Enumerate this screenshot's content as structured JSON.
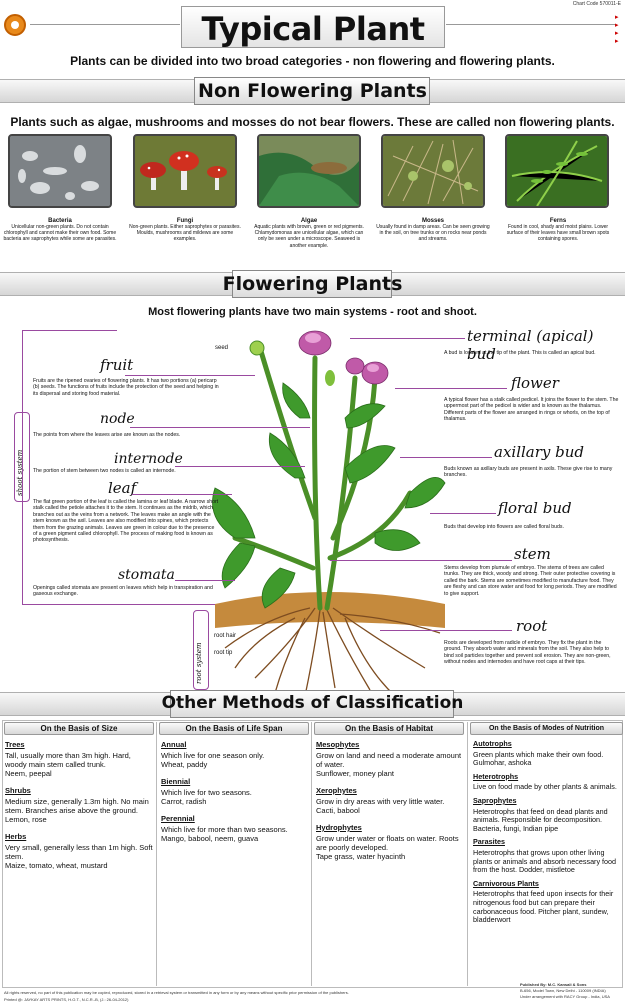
{
  "chart_code": "Chart Code 570011-E",
  "title": "Typical Plant",
  "intro": "Plants can be divided into two broad categories - non flowering and flowering plants.",
  "non_flowering": {
    "heading": "Non Flowering Plants",
    "intro": "Plants such as algae, mushrooms and mosses do not bear flowers. These are called non flowering plants.",
    "items": [
      {
        "name": "Bacteria",
        "desc": "Unicellular non-green plants. Do not contain chlorophyll and cannot make their own food. Some bacteria are saprophytes while some are parasites."
      },
      {
        "name": "Fungi",
        "desc": "Non-green plants. Either saprophytes or parasites. Moulds, mushrooms and mildews are some examples."
      },
      {
        "name": "Algae",
        "desc": "Aquatic plants with brown, green or red pigments. Chlamydomonas are unicellular algae, which can only be seen under a microscope. Seaweed is another example."
      },
      {
        "name": "Mosses",
        "desc": "Usually found in damp areas. Can be seen growing in the soil, on tree trunks or on rocks near ponds and streams."
      },
      {
        "name": "Ferns",
        "desc": "Found in cool, shady and moist plains. Lower surface of their leaves have small brown spots containing spores."
      }
    ]
  },
  "flowering": {
    "heading": "Flowering Plants",
    "intro": "Most flowering plants have two main systems - root and shoot.",
    "seed": "seed",
    "shoot_system": "shoot system",
    "root_system": "root system",
    "root_hair": "root hair",
    "root_tip": "root tip",
    "left_parts": [
      {
        "name": "fruit",
        "desc": "Fruits are the ripened ovaries of flowering plants. It has two portions (a) pericarp (b) seeds. The functions of fruits include the protection of the seed and helping in its dispersal and storing food material."
      },
      {
        "name": "node",
        "desc": "The points from where the leaves arise are known as the nodes."
      },
      {
        "name": "internode",
        "desc": "The portion of stem between two nodes is called an internode."
      },
      {
        "name": "leaf",
        "desc": "The flat green portion of the leaf is called the lamina or leaf blade. A narrow short stalk called the petiole attaches it to the stem. It continues as the midrib, which branches out as the veins from a network. The leaves make an angle with the stem known as the axil. Leaves are also modified into spines, which protects them from the grazing animals. Leaves are green in colour due to the presence of a green pigment called chlorophyll. The process of making food is known as photosynthesis."
      },
      {
        "name": "stomata",
        "desc": "Openings called stomata are present on leaves which help in transpiration and gaseous exchange."
      }
    ],
    "right_parts": [
      {
        "name": "terminal (apical) bud",
        "desc": "A bud is located at the tip of the plant. This is called an apical bud."
      },
      {
        "name": "flower",
        "desc": "A typical flower has a stalk called pedicel. It joins the flower to the stem. The uppermost part of the pedicel is wider and is known as the thalamus. Different parts of the flower are arranged in rings or whorls, on the top of thalamus."
      },
      {
        "name": "axillary bud",
        "desc": "Buds known as axillary buds are present in axils. These give rise to many branches."
      },
      {
        "name": "floral bud",
        "desc": "Buds that develop into flowers are called floral buds."
      },
      {
        "name": "stem",
        "desc": "Stems develop from plumule of embryo. The stems of trees are called trunks. They are thick, woody and strong. Their outer protective covering is called the bark. Stems are sometimes modified to manufacture food. They are fleshy and can store water and food for long periods. They are modified to give support."
      },
      {
        "name": "root",
        "desc": "Roots are developed from radicle of embryo. They fix the plant in the ground. They absorb water and minerals from the soil. They also help to bind soil particles together and prevent soil erosion. They are non-green, without nodes and internodes and have root caps at their tips."
      }
    ]
  },
  "classification": {
    "heading": "Other Methods of Classification",
    "columns": [
      {
        "title": "On the Basis of Size",
        "groups": [
          {
            "name": "Trees",
            "text": "Tall, usually more than 3m high. Hard, woody main stem called trunk.",
            "eg": "Neem, peepal"
          },
          {
            "name": "Shrubs",
            "text": "Medium size, generally 1.3m high. No main stem. Branches arise above the ground.",
            "eg": "Lemon, rose"
          },
          {
            "name": "Herbs",
            "text": "Very small, generally less than 1m high. Soft stem.",
            "eg": "Maize, tomato, wheat, mustard"
          }
        ]
      },
      {
        "title": "On the Basis of Life Span",
        "groups": [
          {
            "name": "Annual",
            "text": "Which live for one season only.",
            "eg": "Wheat, paddy"
          },
          {
            "name": "Biennial",
            "text": "Which live for two seasons.",
            "eg": "Carrot, radish"
          },
          {
            "name": "Perennial",
            "text": "Which live for more than two seasons.",
            "eg": "Mango, babool, neem, guava"
          }
        ]
      },
      {
        "title": "On the Basis of Habitat",
        "groups": [
          {
            "name": "Mesophytes",
            "text": "Grow on land and need a moderate amount of water.",
            "eg": "Sunflower, money plant"
          },
          {
            "name": "Xerophytes",
            "text": "Grow in dry areas with very little water.",
            "eg": "Cacti, babool"
          },
          {
            "name": "Hydrophytes",
            "text": "Grow under water or floats on water. Roots are poorly developed.",
            "eg": "Tape grass, water hyacinth"
          }
        ]
      },
      {
        "title": "On the Basis of Modes of Nutrition",
        "groups": [
          {
            "name": "Autotrophs",
            "text": "Green plants which make their own food.",
            "eg": "Gulmohar, ashoka"
          },
          {
            "name": "Heterotrophs",
            "text": "Live on food made by other plants & animals.",
            "eg": ""
          },
          {
            "name": "Saprophytes",
            "text": "Heterotrophs that feed on dead plants and animals. Responsible for decomposition. Bacteria, fungi, Indian pipe",
            "eg": ""
          },
          {
            "name": "Parasites",
            "text": "Heterotrophs that grows upon other living plants or animals and absorb necessary food from the host. Dodder, mistletoe",
            "eg": ""
          },
          {
            "name": "Carnivorous Plants",
            "text": "Heterotrophs that feed upon insects for their nitrogenous food but can prepare their carbonaceous food. Pitcher plant, sundew, bladderwort",
            "eg": ""
          }
        ]
      }
    ]
  },
  "footer": {
    "rights": "All rights reserved, no part of this publication may be copied, reproduced, stored in a retrieval system or transmitted in any form or by any means without specific prior permission of the publishers.",
    "printed": "Printed @: JAYKAY ARTS PRINTS, H.O.T., N.C.R.-B, (J.: 26-04-2012)",
    "publisher": "Published By: M.C. Kansali & Sons",
    "address": "B-656, Model Town, New Delhi - 110009 (INDIA)",
    "arrangement": "Under arrangement with RACY Group - India, USA"
  }
}
